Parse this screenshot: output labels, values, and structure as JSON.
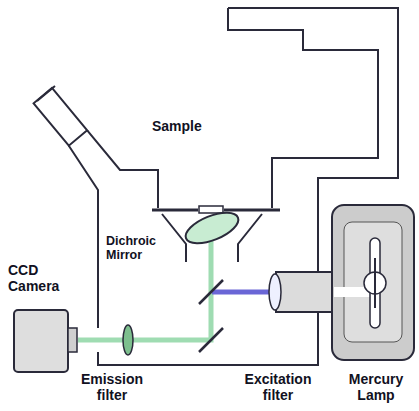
{
  "diagram": {
    "labels": [
      "Sample",
      "Dichroic Mirror",
      "CCD Camera",
      "Emission filter",
      "Excitation filter",
      "Mercury Lamp"
    ]
  }
}
